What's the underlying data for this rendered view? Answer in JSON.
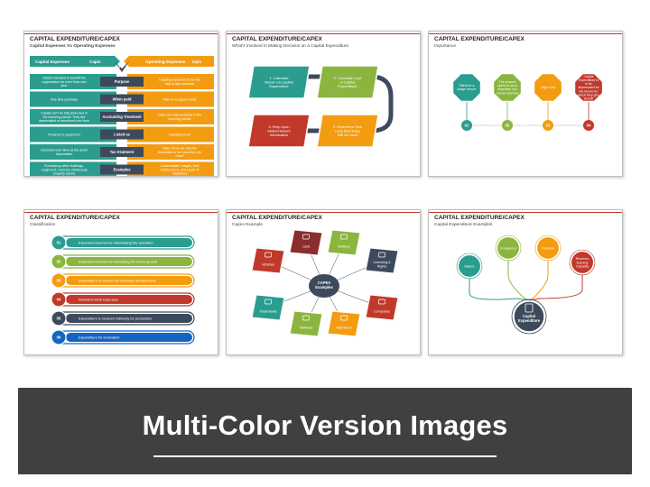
{
  "slides": [
    {
      "title": "CAPITAL EXPENDITURE/CAPEX",
      "subtitle": "Capital Expenses Vs Operating Expenses",
      "header_left": "Capital Expenses",
      "header_left_abbr": "Capix",
      "vs": "VS",
      "header_right": "Operating Expenses",
      "header_right_abbr": "Opix",
      "rows": [
        {
          "left": "Assets intended to benefit the organization for more than one year",
          "mid": "Purpose",
          "right": "Ongoing expenses to run the day-to-day business"
        },
        {
          "left": "One-time purchase",
          "mid": "When paid",
          "right": "Paid on a regular basis"
        },
        {
          "left": "Capital can't be fully deducted in the incurring period. They are depreciated or amortized over time",
          "mid": "Accounting Treatment",
          "right": "OpEx are fully deducted in the incurring period"
        },
        {
          "left": "Property or equipment",
          "mid": "Listed as",
          "right": "Operating Cost"
        },
        {
          "left": "Deducted over time as the asset depreciates",
          "mid": "Tax treatment",
          "right": "OpEx items are fully tax deductible in the year they are made"
        },
        {
          "left": "Purchasing office buildings, equipment, vehicles, intellectual property assets",
          "mid": "Examples",
          "right": "Consumables, wages, rent, maintenance, and repair of machinery"
        }
      ]
    },
    {
      "title": "CAPITAL EXPENDITURE/CAPEX",
      "subtitle": "What's Involved in Making Decision on a Capital Expenditure",
      "steps": [
        {
          "label": "1. Calculate Return on Capital Expenditure",
          "color": "#2a9d8f"
        },
        {
          "label": "2. Calculate Cost of Capital Expenditure",
          "color": "#8bb53f"
        },
        {
          "label": "3. Determine How Long Machinery Will be Used",
          "color": "#f39c12"
        },
        {
          "label": "4. Rely Upon Market-Based Information",
          "color": "#c0392b"
        }
      ]
    },
    {
      "title": "CAPITAL EXPENDITURE/CAPEX",
      "subtitle": "Importance",
      "items": [
        {
          "label": "Effect for a longer tenure",
          "num": "01",
          "color": "#2a9d8f"
        },
        {
          "label": "The amount spent on such expenses can not be reversed",
          "num": "02",
          "color": "#8bb53f"
        },
        {
          "label": "High Cost",
          "num": "03",
          "color": "#f39c12"
        },
        {
          "label": "Capital Expenditure is to be depreciated for the tenure for which they give benefit",
          "num": "04",
          "color": "#c0392b"
        }
      ]
    },
    {
      "title": "CAPITAL EXPENDITURE/CAPEX",
      "subtitle": "Classification",
      "items": [
        {
          "num": "01",
          "label": "Expenses incurred for maintaining the operation",
          "color": "#2a9d8f"
        },
        {
          "num": "02",
          "label": "Expenses incurred for increasing the future growth",
          "color": "#8bb53f"
        },
        {
          "num": "03",
          "label": "Expenditure is incurred for business development",
          "color": "#f39c12"
        },
        {
          "num": "04",
          "label": "Research work expenses",
          "color": "#c0392b"
        },
        {
          "num": "05",
          "label": "Expenditure is incurred indirectly for production",
          "color": "#3d4a5c"
        },
        {
          "num": "06",
          "label": "Expenditure for Innovation",
          "color": "#1565c0"
        }
      ]
    },
    {
      "title": "CAPITAL EXPENDITURE/CAPEX",
      "subtitle": "Capex Example",
      "center": "CAPEX Examples",
      "items": [
        {
          "label": "Vehicles",
          "color": "#c0392b"
        },
        {
          "label": "Land",
          "color": "#8b2d2d"
        },
        {
          "label": "Building",
          "color": "#8bb53f"
        },
        {
          "label": "Licensing & Rights",
          "color": "#3d4a5c"
        },
        {
          "label": "Computers",
          "color": "#c0392b"
        },
        {
          "label": "Machinery",
          "color": "#f39c12"
        },
        {
          "label": "Software",
          "color": "#8bb53f"
        },
        {
          "label": "Trademarks",
          "color": "#2a9d8f"
        }
      ]
    },
    {
      "title": "CAPITAL EXPENDITURE/CAPEX",
      "subtitle": "Capital Expenditure Examples",
      "center": "Capital Expenditure",
      "items": [
        {
          "label": "Nature",
          "color": "#2a9d8f"
        },
        {
          "label": "Frequency",
          "color": "#8bb53f"
        },
        {
          "label": "Purpose",
          "color": "#f39c12"
        },
        {
          "label": "Revenue Earning Capacity",
          "color": "#c0392b"
        }
      ]
    }
  ],
  "banner": {
    "title": "Multi-Color Version Images"
  }
}
